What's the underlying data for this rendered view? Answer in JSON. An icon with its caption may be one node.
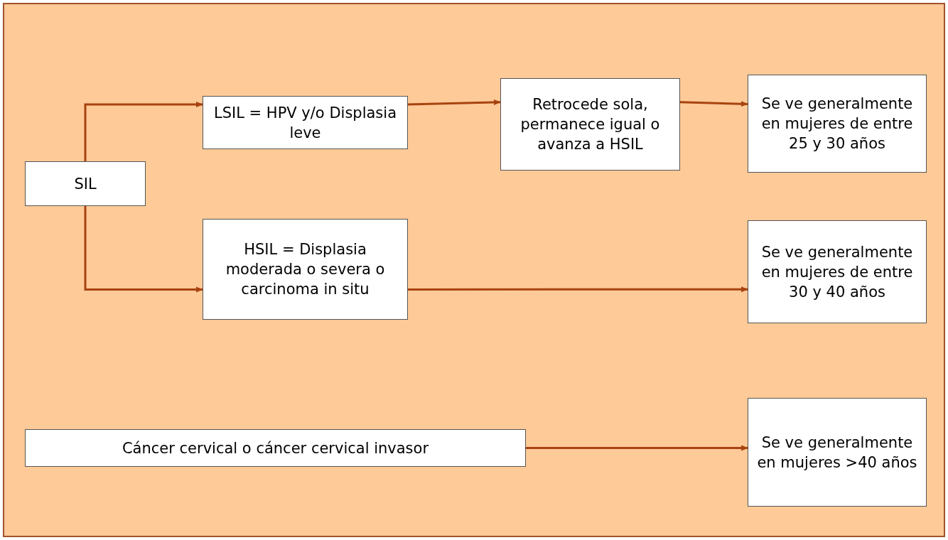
{
  "diagram": {
    "nodes": [
      {
        "text": [
          "SIL"
        ]
      },
      {
        "text": [
          "LSIL = HPV y/o Displasia leve"
        ]
      },
      {
        "text": [
          "Retrocede sola, permanece igual o avanza a HSIL"
        ]
      },
      {
        "text": [
          "Se ve generalmente en mujeres de entre 25 y 30 años"
        ]
      },
      {
        "text": [
          "HSIL = Displasia moderada o severa o carcinoma in situ"
        ]
      },
      {
        "text": [
          "Se ve generalmente en mujeres de entre 30 y 40 años"
        ]
      },
      {
        "text": [
          "Cáncer cervical o cáncer cervical invasor"
        ]
      },
      {
        "text": [
          "Se ve generalmente en mujeres >40 años"
        ]
      }
    ],
    "edges": [
      {
        "from": 0,
        "to": 1,
        "arrow": "to"
      },
      {
        "from": 0,
        "to": 4,
        "arrow": "to"
      },
      {
        "from": 1,
        "to": 2,
        "arrow": "to"
      },
      {
        "from": 2,
        "to": 3,
        "arrow": "to"
      },
      {
        "from": 4,
        "to": 5,
        "arrow": "to"
      },
      {
        "from": 6,
        "to": 7,
        "arrow": "to"
      }
    ]
  }
}
